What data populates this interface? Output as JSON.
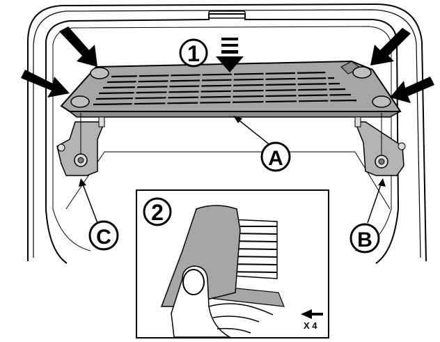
{
  "callouts": {
    "step1": "1",
    "step2": "2",
    "partA": "A",
    "partB": "B",
    "partC": "C"
  },
  "repeat_label": "X 4",
  "icons": [
    "press-arrow-icon",
    "down-arrow-icon",
    "swipe-arrow-icon"
  ],
  "colors": {
    "line": "#000000",
    "filter_gray": "#a6a6a6",
    "bracket_gray": "#b3b3b3",
    "background": "#ffffff"
  }
}
